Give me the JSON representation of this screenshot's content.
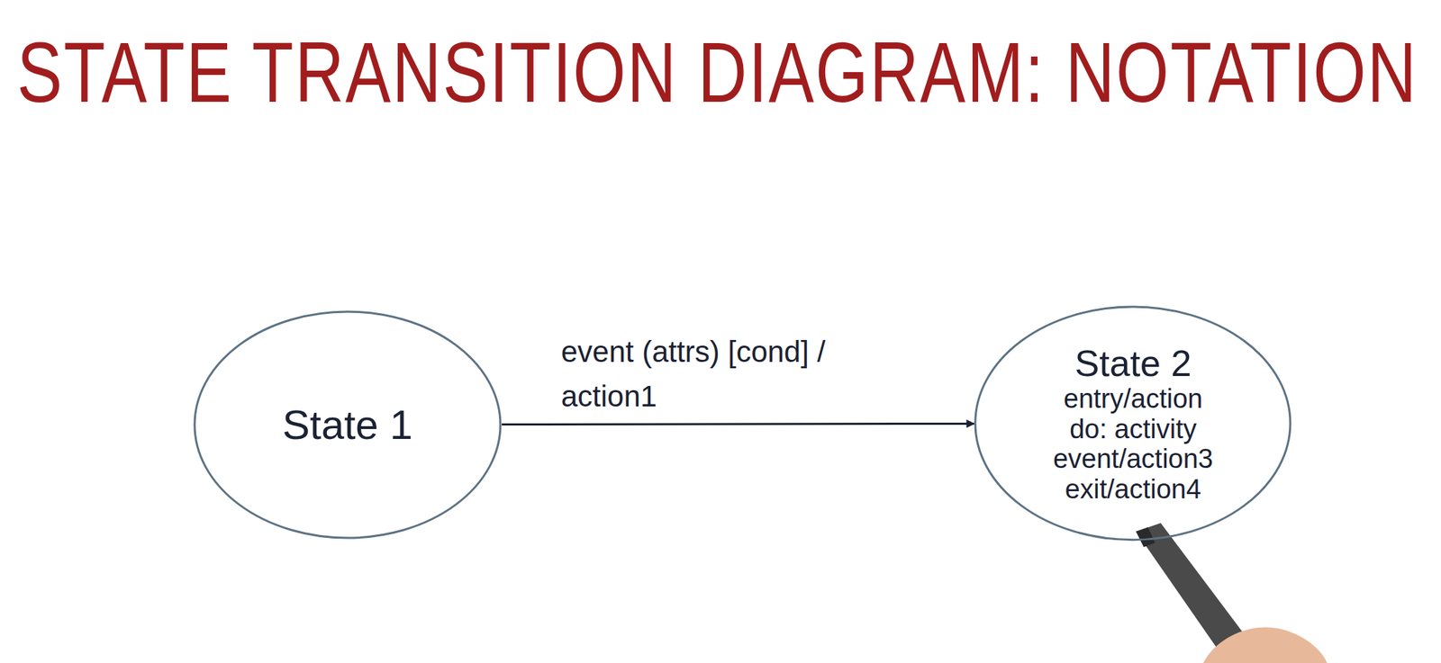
{
  "diagram": {
    "title": "STATE TRANSITION DIAGRAM: NOTATION",
    "nodes": [
      {
        "text": [
          "State 1"
        ]
      },
      {
        "text": [
          "State 2",
          "entry/action",
          "do: activity",
          "event/action3",
          "exit/action4"
        ]
      }
    ],
    "edges": [
      {
        "from": 0,
        "to": 1,
        "label": "event (attrs) [cond] / action1",
        "arrow": "to"
      }
    ]
  }
}
